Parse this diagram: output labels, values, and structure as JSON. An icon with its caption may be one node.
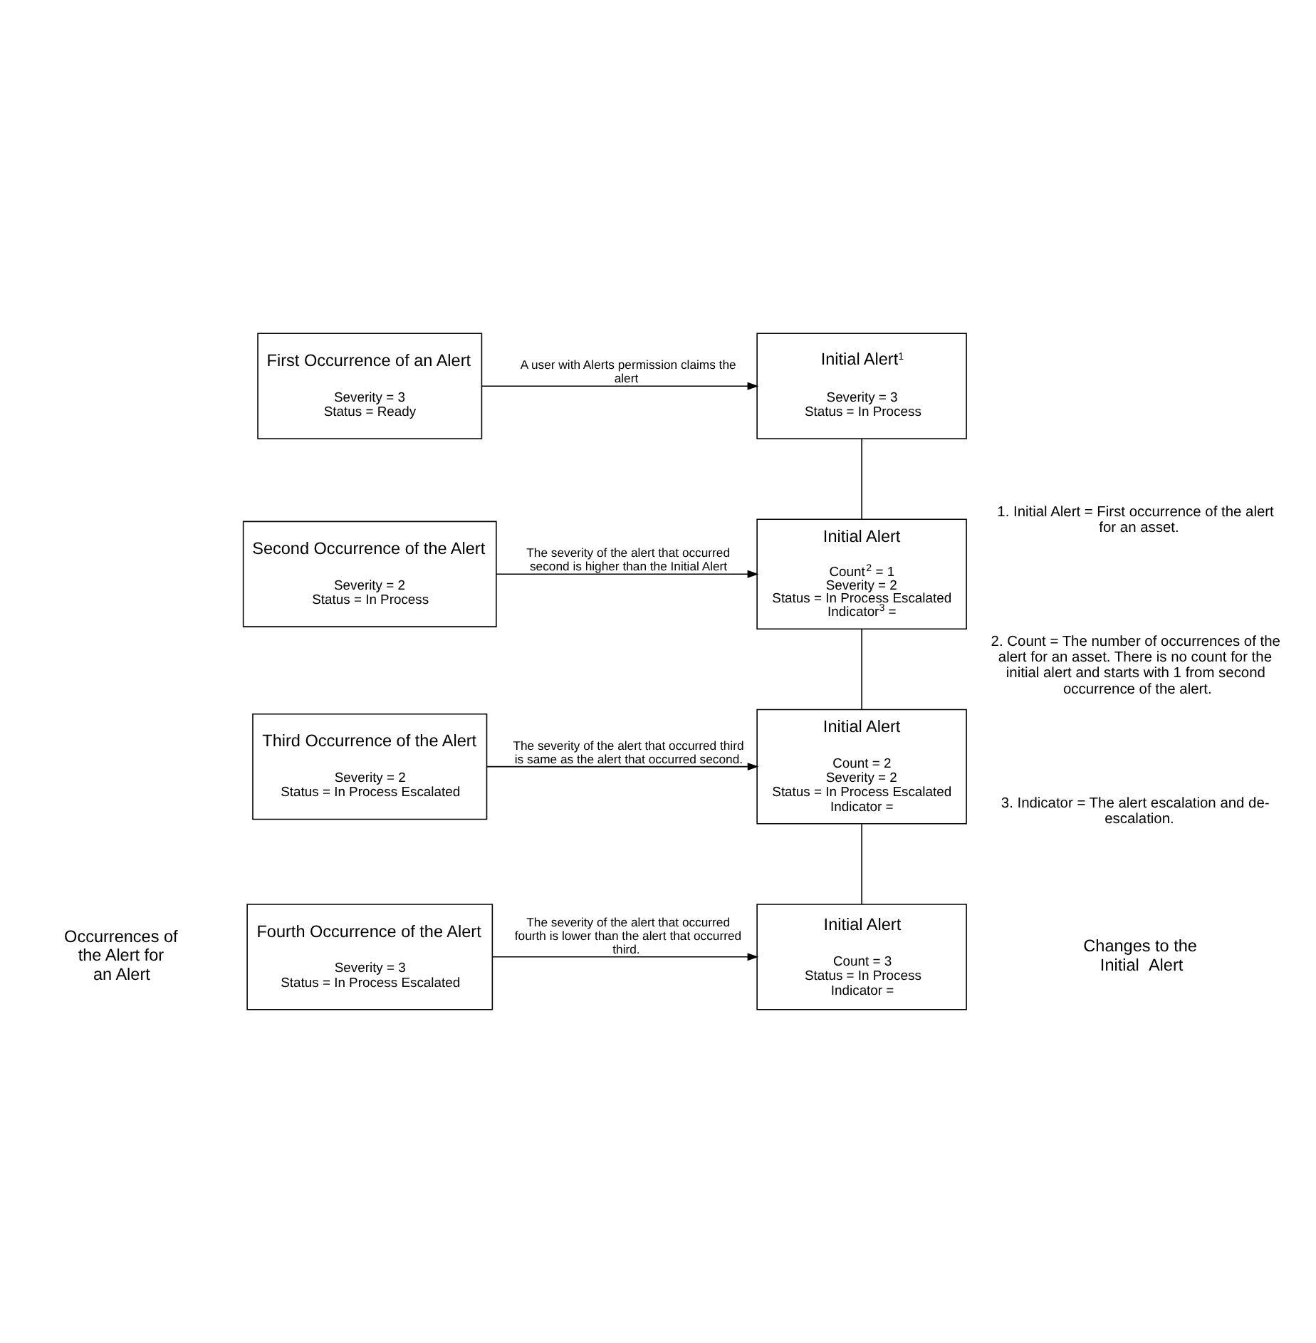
{
  "diagram": {
    "nodes": [
      {
        "text": [
          "First Occurrence of an Alert",
          "Severity = 3 Status = Ready"
        ]
      },
      {
        "text": [
          "Initial Alert$^{1}$",
          "Severity = 3 Status = In Process"
        ]
      },
      {
        "text": [
          "Second Occurrence of the Alert",
          "Severity = 2 Status = In Process"
        ]
      },
      {
        "text": [
          "Initial Alert",
          "Count$^{2}$ = 1 Severity = 2 Status = In Process Escalated Indicator$^{3}$ ="
        ]
      },
      {
        "text": [
          "Third Occurrence of the Alert",
          "Severity = 2 Status = In Process Escalated"
        ]
      },
      {
        "text": [
          "Initial Alert",
          "Count = 2 Severity = 2 Status = In Process Escalated Indicator ="
        ]
      },
      {
        "text": [
          "Fourth Occurrence of the Alert",
          "Severity = 3 Status = In Process Escalated"
        ]
      },
      {
        "text": [
          "Initial Alert",
          "Count = 3 Status = In Process Indicator ="
        ]
      }
    ],
    "edges": [
      {
        "from": 0,
        "to": 1,
        "arrow": "to",
        "label": "A user with Alerts permission claims the alert"
      },
      {
        "from": 2,
        "to": 3,
        "arrow": "to",
        "label": "The severity of the alert that occurred second is higher than the Initial Alert"
      },
      {
        "from": 4,
        "to": 5,
        "arrow": "to",
        "label": "The severity of the alert that occurred third is same as the alert that occurred second."
      },
      {
        "from": 6,
        "to": 7,
        "arrow": "to",
        "label": "The severity of the alert that occurred fourth is lower than the alert that occurred third."
      },
      {
        "from": 1,
        "to": 3,
        "arrow": "none"
      },
      {
        "from": 3,
        "to": 5,
        "arrow": "none"
      },
      {
        "from": 5,
        "to": 7,
        "arrow": "none"
      }
    ],
    "labels": [
      "Occurrences of the Alert for an Alert",
      "Changes to the Initial  Alert",
      "1. Initial Alert = First occurrence of the alert for an asset.",
      "2. Count = The number of occurrences of the alert for an asset. There is no count for the initial alert and starts with 1 from second occurrence of the alert.",
      "3. Indicator = The alert escalation and de-escalation."
    ]
  }
}
